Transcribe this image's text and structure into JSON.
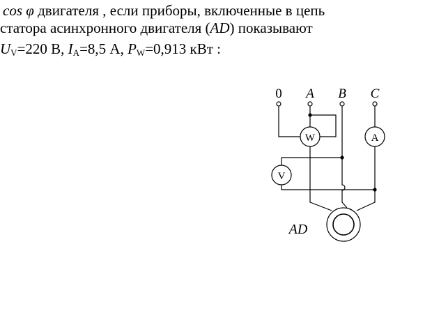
{
  "problem": {
    "line1": {
      "cos": "cos",
      "phi": "φ",
      "rest": "двигателя , если приборы, включенные в цепь"
    },
    "line2": {
      "before": "статора асинхронного двигателя (",
      "ad": "AD",
      "after": ") показывают"
    },
    "line3": {
      "u": "U",
      "u_sub": "V",
      "u_val": "=220 В, ",
      "i": "I",
      "i_sub": "A",
      "i_val": "=8,5 А, ",
      "p": "P",
      "p_sub": "W",
      "p_val": "=0,913 кВт :"
    }
  },
  "diagram": {
    "terminal_0": "0",
    "terminal_a": "A",
    "terminal_b": "B",
    "terminal_c": "C",
    "wattmeter": "W",
    "ammeter": "A",
    "voltmeter": "V",
    "motor": "AD"
  }
}
